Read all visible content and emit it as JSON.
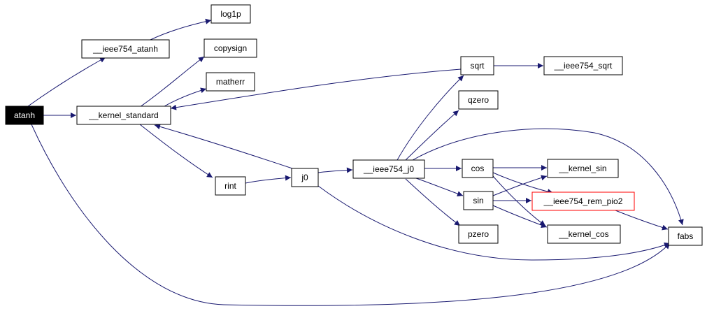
{
  "graph": {
    "edge_color": "#191970",
    "root_fill": "#000000",
    "highlight_border": "#ff0000",
    "nodes": [
      {
        "id": "atanh",
        "label": "atanh",
        "style": "root"
      },
      {
        "id": "ieee754_atanh",
        "label": "__ieee754_atanh",
        "style": "normal"
      },
      {
        "id": "log1p",
        "label": "log1p",
        "style": "normal"
      },
      {
        "id": "copysign",
        "label": "copysign",
        "style": "normal"
      },
      {
        "id": "matherr",
        "label": "matherr",
        "style": "normal"
      },
      {
        "id": "kernel_standard",
        "label": "__kernel_standard",
        "style": "normal"
      },
      {
        "id": "rint",
        "label": "rint",
        "style": "normal"
      },
      {
        "id": "j0",
        "label": "j0",
        "style": "normal"
      },
      {
        "id": "ieee754_j0",
        "label": "__ieee754_j0",
        "style": "normal"
      },
      {
        "id": "sqrt",
        "label": "sqrt",
        "style": "normal"
      },
      {
        "id": "ieee754_sqrt",
        "label": "__ieee754_sqrt",
        "style": "normal"
      },
      {
        "id": "qzero",
        "label": "qzero",
        "style": "normal"
      },
      {
        "id": "cos",
        "label": "cos",
        "style": "normal"
      },
      {
        "id": "sin",
        "label": "sin",
        "style": "normal"
      },
      {
        "id": "pzero",
        "label": "pzero",
        "style": "normal"
      },
      {
        "id": "kernel_sin",
        "label": "__kernel_sin",
        "style": "normal"
      },
      {
        "id": "ieee754_rem_pio2",
        "label": "__ieee754_rem_pio2",
        "style": "highlight"
      },
      {
        "id": "kernel_cos",
        "label": "__kernel_cos",
        "style": "normal"
      },
      {
        "id": "fabs",
        "label": "fabs",
        "style": "normal"
      }
    ],
    "edges": [
      {
        "from": "atanh",
        "to": "ieee754_atanh"
      },
      {
        "from": "atanh",
        "to": "kernel_standard"
      },
      {
        "from": "atanh",
        "to": "fabs"
      },
      {
        "from": "ieee754_atanh",
        "to": "log1p"
      },
      {
        "from": "kernel_standard",
        "to": "copysign"
      },
      {
        "from": "kernel_standard",
        "to": "matherr"
      },
      {
        "from": "kernel_standard",
        "to": "rint"
      },
      {
        "from": "rint",
        "to": "j0"
      },
      {
        "from": "j0",
        "to": "kernel_standard"
      },
      {
        "from": "j0",
        "to": "ieee754_j0"
      },
      {
        "from": "j0",
        "to": "fabs"
      },
      {
        "from": "sqrt",
        "to": "kernel_standard"
      },
      {
        "from": "sqrt",
        "to": "ieee754_sqrt"
      },
      {
        "from": "ieee754_j0",
        "to": "sqrt"
      },
      {
        "from": "ieee754_j0",
        "to": "qzero"
      },
      {
        "from": "ieee754_j0",
        "to": "cos"
      },
      {
        "from": "ieee754_j0",
        "to": "sin"
      },
      {
        "from": "ieee754_j0",
        "to": "pzero"
      },
      {
        "from": "ieee754_j0",
        "to": "fabs"
      },
      {
        "from": "cos",
        "to": "kernel_sin"
      },
      {
        "from": "cos",
        "to": "ieee754_rem_pio2"
      },
      {
        "from": "cos",
        "to": "kernel_cos"
      },
      {
        "from": "sin",
        "to": "kernel_sin"
      },
      {
        "from": "sin",
        "to": "ieee754_rem_pio2"
      },
      {
        "from": "sin",
        "to": "kernel_cos"
      },
      {
        "from": "ieee754_rem_pio2",
        "to": "fabs"
      }
    ]
  }
}
